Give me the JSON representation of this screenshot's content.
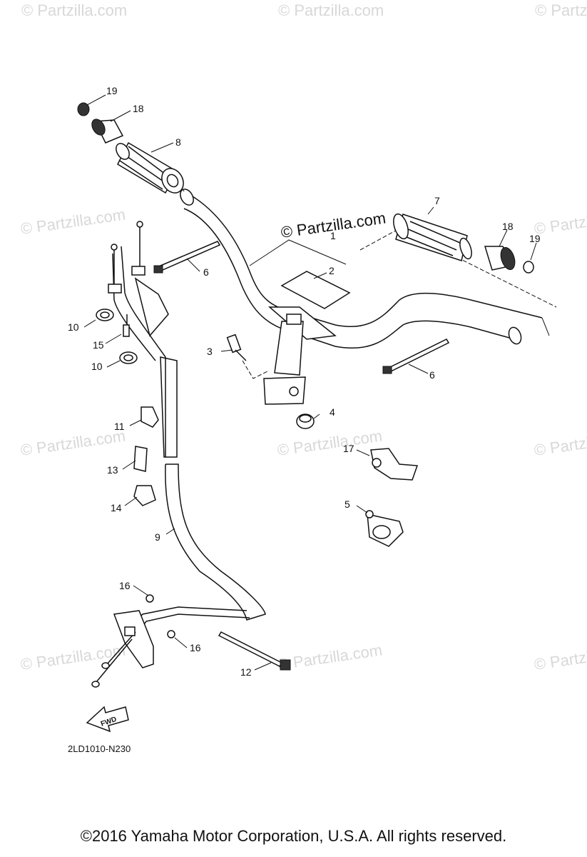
{
  "watermark": "© Partzilla.com",
  "main_watermark": "© Partzilla.com",
  "diagram_code": "2LD1010-N230",
  "fwd_label": "FWD",
  "copyright": "©2016 Yamaha Motor Corporation, U.S.A. All rights reserved.",
  "callouts": [
    "1",
    "2",
    "3",
    "4",
    "5",
    "6",
    "6",
    "7",
    "8",
    "9",
    "10",
    "10",
    "11",
    "12",
    "13",
    "14",
    "15",
    "16",
    "16",
    "17",
    "18",
    "18",
    "19",
    "19"
  ]
}
